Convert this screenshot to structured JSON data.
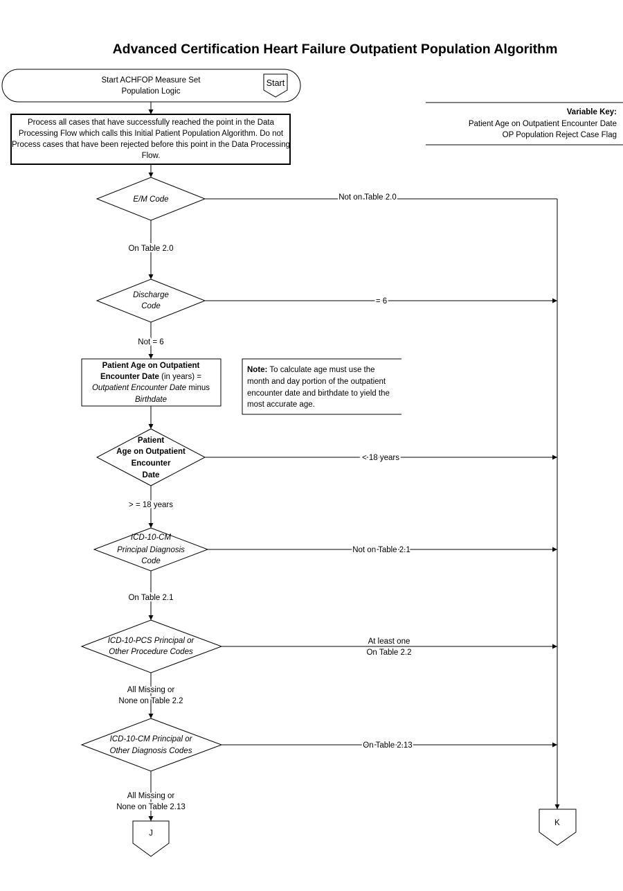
{
  "title": "Advanced Certification Heart Failure Outpatient Population Algorithm",
  "start": {
    "label_line1": "Start ACHFOP Measure Set",
    "label_line2": "Population Logic",
    "connector": "Start"
  },
  "variable_key": {
    "heading": "Variable Key:",
    "items": [
      "Patient Age on Outpatient Encounter Date",
      "OP Population Reject Case Flag"
    ]
  },
  "process_box": {
    "lines": [
      "Process all cases that have successfully reached the point in the Data",
      "Processing Flow which calls this Initial Patient Population Algorithm.  Do not",
      "Process cases that have been rejected before this point in the Data Processing",
      "Flow."
    ]
  },
  "decisions": {
    "em_code": {
      "label": "E/M Code",
      "yes": "On Table 2.0",
      "no": "Not on Table 2.0"
    },
    "discharge": {
      "line1": "Discharge",
      "line2": "Code",
      "yes": "Not = 6",
      "no": "= 6"
    },
    "age": {
      "line1": "Patient",
      "line2": "Age on Outpatient",
      "line3": "Encounter",
      "line4": "Date",
      "yes": "> = 18 years",
      "no": "< 18 years"
    },
    "principal_dx": {
      "line1": "ICD-10-CM",
      "line2": "Principal Diagnosis",
      "line3": "Code",
      "yes": "On Table 2.1",
      "no": "Not on Table 2.1"
    },
    "procedure": {
      "line1": "ICD-10-PCS Principal or",
      "line2": "Other Procedure Codes",
      "yes_line1": "All Missing or",
      "yes_line2": "None on Table 2.2",
      "no_line1": "At least one",
      "no_line2": "On Table 2.2"
    },
    "other_dx": {
      "line1": "ICD-10-CM Principal  or",
      "line2": "Other Diagnosis Codes",
      "yes_line1": "All Missing or",
      "yes_line2": "None on Table 2.13",
      "no": "On Table 2.13"
    }
  },
  "calc_box": {
    "line1": "Patient Age on Outpatient",
    "line2_bold": "Encounter Date",
    "line2_rest": " (in years) =",
    "line3_italic": "Outpatient Encounter Date",
    "line3_rest": " minus",
    "line4": "Birthdate"
  },
  "note": {
    "label": "Note:",
    "line1": "  To calculate age must use the",
    "line2": "month and day portion of the outpatient",
    "line3": "encounter date and birthdate to yield the",
    "line4": "most accurate age."
  },
  "connectors": {
    "j": "J",
    "k": "K"
  }
}
